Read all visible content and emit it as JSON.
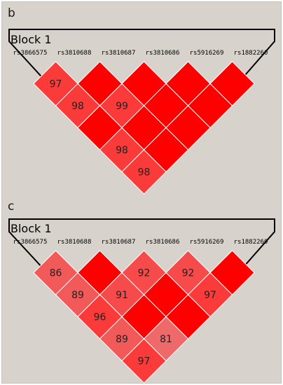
{
  "snps": [
    "rs3866575",
    "rs3810688",
    "rs3810687",
    "rs3810686",
    "rs5916269",
    "rs1882260"
  ],
  "colors": {
    "full": "#ff0000",
    "c97": "#fb3a3a",
    "c92": "#f74a4a",
    "c86": "#f25a5a",
    "c81": "#ee6a6a",
    "border": "#000000",
    "cell_line": "#ffffff"
  },
  "panels": [
    {
      "letter": "b",
      "block_label": "Block 1",
      "cells": [
        {
          "i": 0,
          "j": 1,
          "value": "97"
        },
        {
          "i": 1,
          "j": 2,
          "value": ""
        },
        {
          "i": 2,
          "j": 3,
          "value": ""
        },
        {
          "i": 3,
          "j": 4,
          "value": ""
        },
        {
          "i": 4,
          "j": 5,
          "value": ""
        },
        {
          "i": 0,
          "j": 2,
          "value": "98"
        },
        {
          "i": 1,
          "j": 3,
          "value": "99"
        },
        {
          "i": 2,
          "j": 4,
          "value": ""
        },
        {
          "i": 3,
          "j": 5,
          "value": ""
        },
        {
          "i": 0,
          "j": 3,
          "value": ""
        },
        {
          "i": 1,
          "j": 4,
          "value": ""
        },
        {
          "i": 2,
          "j": 5,
          "value": ""
        },
        {
          "i": 0,
          "j": 4,
          "value": "98"
        },
        {
          "i": 1,
          "j": 5,
          "value": ""
        },
        {
          "i": 0,
          "j": 5,
          "value": "98"
        }
      ]
    },
    {
      "letter": "c",
      "block_label": "Block 1",
      "cells": [
        {
          "i": 0,
          "j": 1,
          "value": "86"
        },
        {
          "i": 1,
          "j": 2,
          "value": ""
        },
        {
          "i": 2,
          "j": 3,
          "value": "92"
        },
        {
          "i": 3,
          "j": 4,
          "value": "92"
        },
        {
          "i": 4,
          "j": 5,
          "value": ""
        },
        {
          "i": 0,
          "j": 2,
          "value": "89"
        },
        {
          "i": 1,
          "j": 3,
          "value": "91"
        },
        {
          "i": 2,
          "j": 4,
          "value": ""
        },
        {
          "i": 3,
          "j": 5,
          "value": "97"
        },
        {
          "i": 0,
          "j": 3,
          "value": "96"
        },
        {
          "i": 1,
          "j": 4,
          "value": ""
        },
        {
          "i": 2,
          "j": 5,
          "value": ""
        },
        {
          "i": 0,
          "j": 4,
          "value": "89"
        },
        {
          "i": 1,
          "j": 5,
          "value": "81"
        },
        {
          "i": 0,
          "j": 5,
          "value": "97"
        }
      ]
    }
  ]
}
